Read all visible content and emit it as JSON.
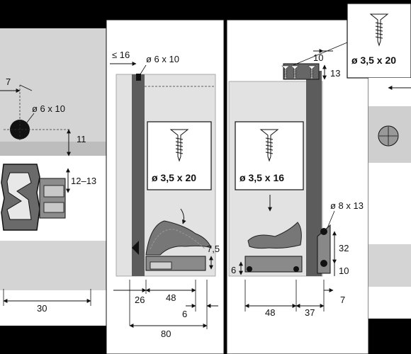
{
  "left_panel": {
    "dim_7": "7",
    "dia_hole": "ø 6 x 10",
    "dim_11": "11",
    "dim_12_13": "12–13",
    "dim_bottom": "30"
  },
  "middle_panel": {
    "dim_le16": "≤ 16",
    "dia_hole": "ø 6 x 10",
    "screw_label": "ø 3,5 x 20",
    "dim_7_5": "7,5",
    "dim_26": "26",
    "dim_48": "48",
    "dim_6": "6",
    "dim_80": "80"
  },
  "right_panel": {
    "screw_top_label": "ø 3,5 x 20",
    "dim_10_top": "10",
    "dim_13": "13",
    "screw_label": "ø 3,5 x 16",
    "dia_hole": "ø 8 x 13",
    "dim_32": "32",
    "dim_10": "10",
    "dim_6": "6",
    "dim_7": "7",
    "dim_48": "48",
    "dim_37": "37"
  },
  "colors": {
    "background": "#000000",
    "panel": "#ffffff",
    "wood": "#d6d6d6",
    "dark_part": "#555555",
    "accent": "#111111"
  }
}
